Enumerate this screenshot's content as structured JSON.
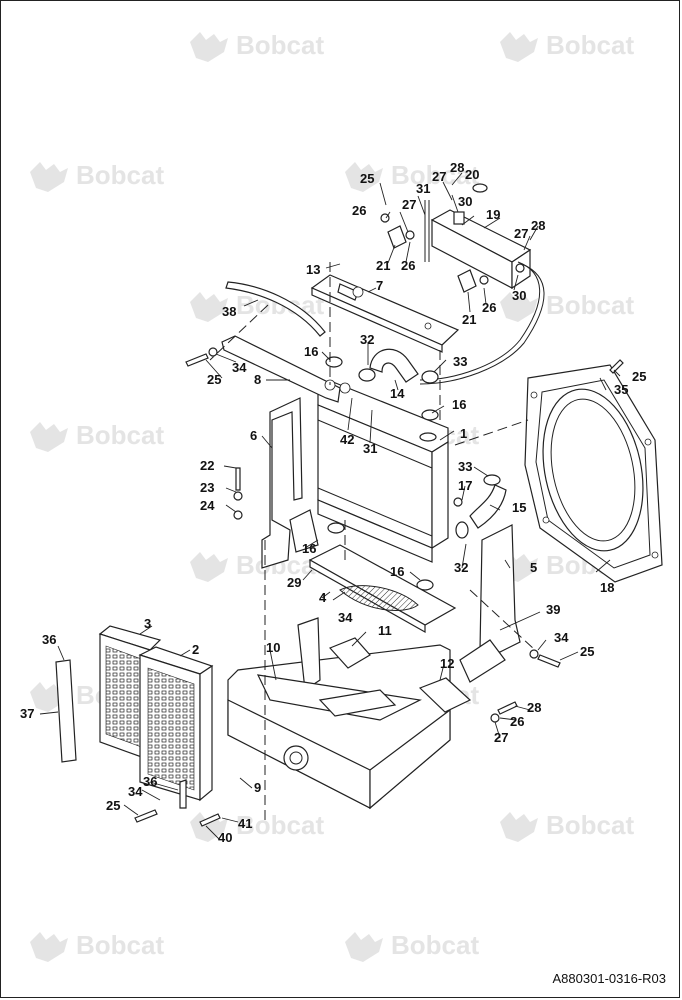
{
  "watermark": {
    "brand": "Bobcat",
    "icon": "bobcat-logo-icon"
  },
  "drawing_code": "A880301-0316-R03",
  "callouts": [
    "1",
    "2",
    "3",
    "4",
    "5",
    "6",
    "7",
    "8",
    "9",
    "10",
    "11",
    "12",
    "13",
    "14",
    "15",
    "16",
    "17",
    "18",
    "19",
    "20",
    "21",
    "22",
    "23",
    "24",
    "25",
    "26",
    "27",
    "28",
    "29",
    "30",
    "31",
    "32",
    "33",
    "34",
    "35",
    "36",
    "37",
    "38",
    "39",
    "40",
    "41",
    "42"
  ]
}
